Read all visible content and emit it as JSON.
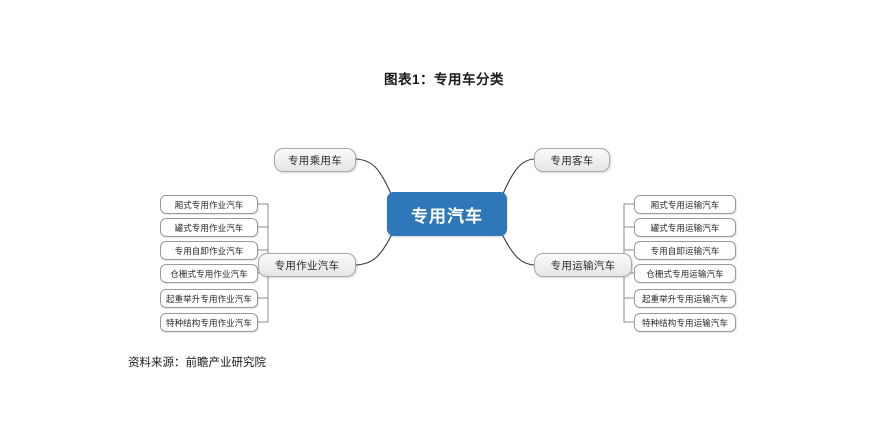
{
  "figure": {
    "title": "图表1：专用车分类",
    "source": "资料来源：前瞻产业研究院"
  },
  "colors": {
    "root_fill": "#2E77B8",
    "root_text": "#FFFFFF",
    "branch_fill": "#EFEFEF",
    "branch_border": "#A8A8A8",
    "leaf_fill": "#FFFFFF",
    "leaf_border": "#9A9A9A",
    "connector": "#3A3A3A",
    "page_background": "#FFFFFF"
  },
  "mindmap": {
    "root": {
      "label": "专用汽车"
    },
    "branches": [
      {
        "id": "special-passenger",
        "label": "专用乘用车",
        "position": "top-left",
        "leaves": []
      },
      {
        "id": "special-bus",
        "label": "专用客车",
        "position": "top-right",
        "leaves": []
      },
      {
        "id": "special-operation",
        "label": "专用作业汽车",
        "position": "bottom-left",
        "leaves": [
          "厢式专用作业汽车",
          "罐式专用作业汽车",
          "专用自卸作业汽车",
          "仓栅式专用作业汽车",
          "起重举升专用作业汽车",
          "特种结构专用作业汽车"
        ]
      },
      {
        "id": "special-transport",
        "label": "专用运输汽车",
        "position": "bottom-right",
        "leaves": [
          "厢式专用运输汽车",
          "罐式专用运输汽车",
          "专用自卸运输汽车",
          "仓栅式专用运输汽车",
          "起重举升专用运输汽车",
          "特种结构专用运输汽车"
        ]
      }
    ]
  },
  "chart_data": {
    "type": "diagram",
    "subtype": "mindmap",
    "title": "图表1：专用车分类",
    "center": "专用汽车",
    "nodes": [
      {
        "level": 1,
        "label": "专用乘用车",
        "parent": "专用汽车"
      },
      {
        "level": 1,
        "label": "专用客车",
        "parent": "专用汽车"
      },
      {
        "level": 1,
        "label": "专用作业汽车",
        "parent": "专用汽车"
      },
      {
        "level": 1,
        "label": "专用运输汽车",
        "parent": "专用汽车"
      },
      {
        "level": 2,
        "label": "厢式专用作业汽车",
        "parent": "专用作业汽车"
      },
      {
        "level": 2,
        "label": "罐式专用作业汽车",
        "parent": "专用作业汽车"
      },
      {
        "level": 2,
        "label": "专用自卸作业汽车",
        "parent": "专用作业汽车"
      },
      {
        "level": 2,
        "label": "仓栅式专用作业汽车",
        "parent": "专用作业汽车"
      },
      {
        "level": 2,
        "label": "起重举升专用作业汽车",
        "parent": "专用作业汽车"
      },
      {
        "level": 2,
        "label": "特种结构专用作业汽车",
        "parent": "专用作业汽车"
      },
      {
        "level": 2,
        "label": "厢式专用运输汽车",
        "parent": "专用运输汽车"
      },
      {
        "level": 2,
        "label": "罐式专用运输汽车",
        "parent": "专用运输汽车"
      },
      {
        "level": 2,
        "label": "专用自卸运输汽车",
        "parent": "专用运输汽车"
      },
      {
        "level": 2,
        "label": "仓栅式专用运输汽车",
        "parent": "专用运输汽车"
      },
      {
        "level": 2,
        "label": "起重举升专用运输汽车",
        "parent": "专用运输汽车"
      },
      {
        "level": 2,
        "label": "特种结构专用运输汽车",
        "parent": "专用运输汽车"
      }
    ],
    "source": "资料来源：前瞻产业研究院"
  }
}
